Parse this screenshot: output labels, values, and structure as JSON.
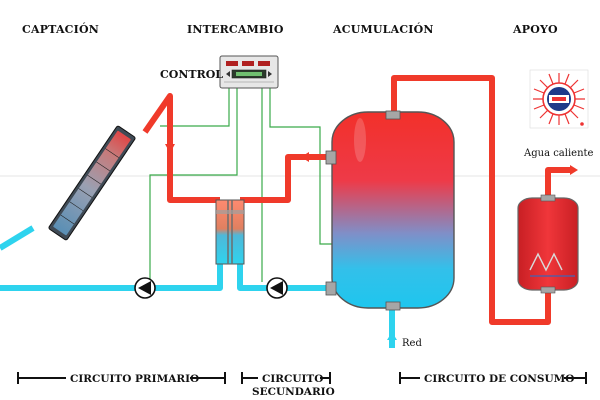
{
  "headers": {
    "captacion": "CAPTACIÓN",
    "intercambio": "INTERCAMBIO",
    "acumulacion": "ACUMULACIÓN",
    "apoyo": "APOYO"
  },
  "labels": {
    "control": "CONTROL",
    "agua_caliente": "Agua caliente",
    "red": "Red"
  },
  "sections": {
    "primario": "CIRCUITO PRIMARIO",
    "secundario_line1": "CIRCUITO",
    "secundario_line2": "SECUNDARIO",
    "consumo": "CIRCUITO DE CONSUMO"
  },
  "colors": {
    "hot": "#f03a2a",
    "cold": "#2ed3ee",
    "control_wire": "#3aaa4a",
    "tank_top": "#f2302a",
    "tank_bottom": "#1ec6ee"
  }
}
